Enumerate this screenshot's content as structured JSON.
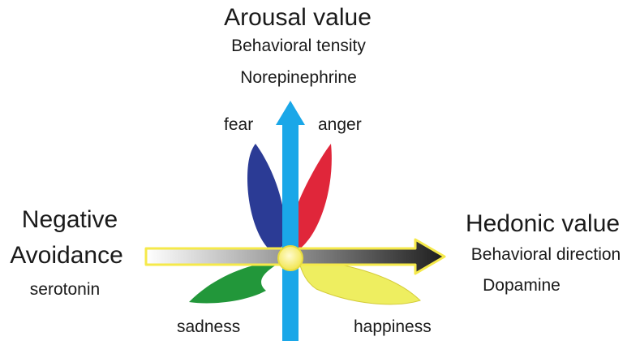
{
  "vertical_axis": {
    "title": "Arousal value",
    "line1": "Behavioral tensity",
    "line2": "Norepinephrine",
    "arrow_color": "#1aa7e8"
  },
  "horizontal_axis": {
    "right_title": "Hedonic value",
    "right_line1": "Behavioral direction",
    "right_line2": "Dopamine",
    "left_line1": "Negative",
    "left_line2": "Avoidance",
    "left_line3": "serotonin",
    "arrow_border_color": "#f5e94a"
  },
  "emotions": [
    {
      "label": "fear",
      "color": "#2b3b95"
    },
    {
      "label": "anger",
      "color": "#e0263a"
    },
    {
      "label": "sadness",
      "color": "#22973a"
    },
    {
      "label": "happiness",
      "color": "#eeee60"
    }
  ]
}
